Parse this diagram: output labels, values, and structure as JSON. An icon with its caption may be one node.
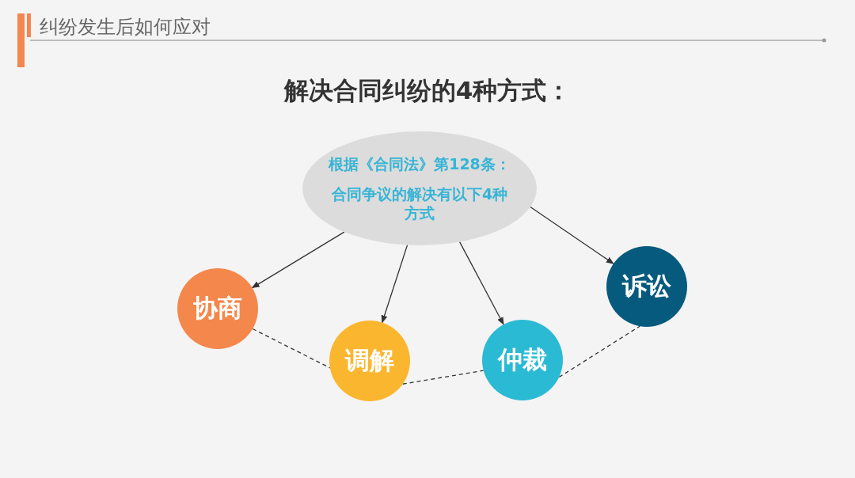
{
  "diagram": {
    "title": "纠纷发生后如何应对",
    "nodes": [
      {
        "text": [
          "根据《合同法》第128条：",
          "合同争议的解决有以下4种方式"
        ]
      },
      {
        "text": [
          "协商"
        ]
      },
      {
        "text": [
          "调解"
        ]
      },
      {
        "text": [
          "仲裁"
        ]
      },
      {
        "text": [
          "诉讼"
        ]
      }
    ],
    "edges": [
      {
        "from": 0,
        "to": 1,
        "arrow": "to"
      },
      {
        "from": 0,
        "to": 2,
        "arrow": "to"
      },
      {
        "from": 0,
        "to": 3,
        "arrow": "to"
      },
      {
        "from": 0,
        "to": 4,
        "arrow": "to"
      },
      {
        "from": 1,
        "to": 2,
        "arrow": "none",
        "style": "dashed"
      },
      {
        "from": 2,
        "to": 3,
        "arrow": "none",
        "style": "dashed"
      },
      {
        "from": 3,
        "to": 4,
        "arrow": "none",
        "style": "dashed"
      }
    ],
    "labels": [
      "解决合同纠纷的4种方式："
    ]
  }
}
